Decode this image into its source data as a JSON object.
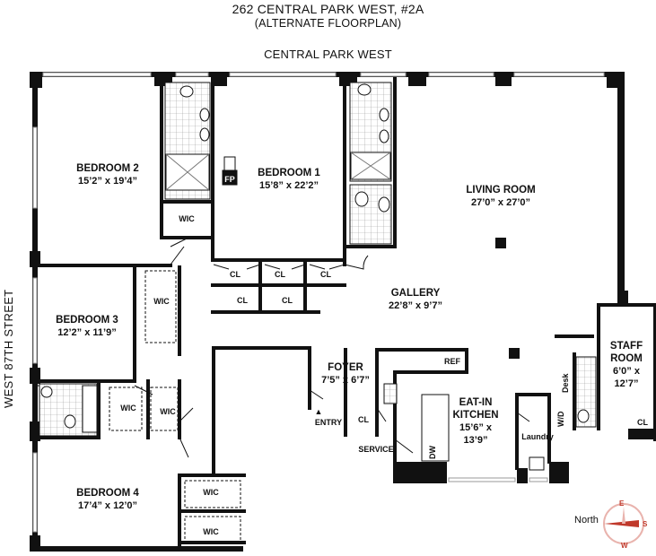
{
  "header": {
    "title": "262 CENTRAL PARK WEST, #2A",
    "subtitle": "(ALTERNATE FLOORPLAN)",
    "top_street": "CENTRAL PARK WEST",
    "side_street": "WEST 87TH STREET"
  },
  "rooms": {
    "bedroom2": {
      "name": "BEDROOM 2",
      "dim": "15’2” x 19’4”"
    },
    "bedroom1": {
      "name": "BEDROOM 1",
      "dim": "15’8” x 22’2”"
    },
    "living": {
      "name": "LIVING ROOM",
      "dim": "27’0” x 27’0”"
    },
    "bedroom3": {
      "name": "BEDROOM 3",
      "dim": "12’2” x 11’9”"
    },
    "gallery": {
      "name": "GALLERY",
      "dim": "22’8” x 9’7”"
    },
    "foyer": {
      "name": "FOYER",
      "dim": "7’5” x 6’7”"
    },
    "kitchen": {
      "name": "EAT-IN",
      "name2": "KITCHEN",
      "dim": "15’6” x",
      "dim2": "13’9”"
    },
    "staff": {
      "name": "STAFF",
      "name2": "ROOM",
      "dim": "6’0” x",
      "dim2": "12’7”"
    },
    "bedroom4": {
      "name": "BEDROOM 4",
      "dim": "17’4” x 12’0”"
    }
  },
  "labels": {
    "fp": "FP",
    "wic": "WIC",
    "cl": "CL",
    "ref": "REF",
    "entry": "ENTRY",
    "service": "SERVICE",
    "laundry": "Laundry",
    "desk": "Desk",
    "wd": "W/D",
    "dw": "DW"
  },
  "compass": {
    "label": "North",
    "e": "E",
    "s": "S",
    "w": "W",
    "accent": "#c0392b"
  }
}
